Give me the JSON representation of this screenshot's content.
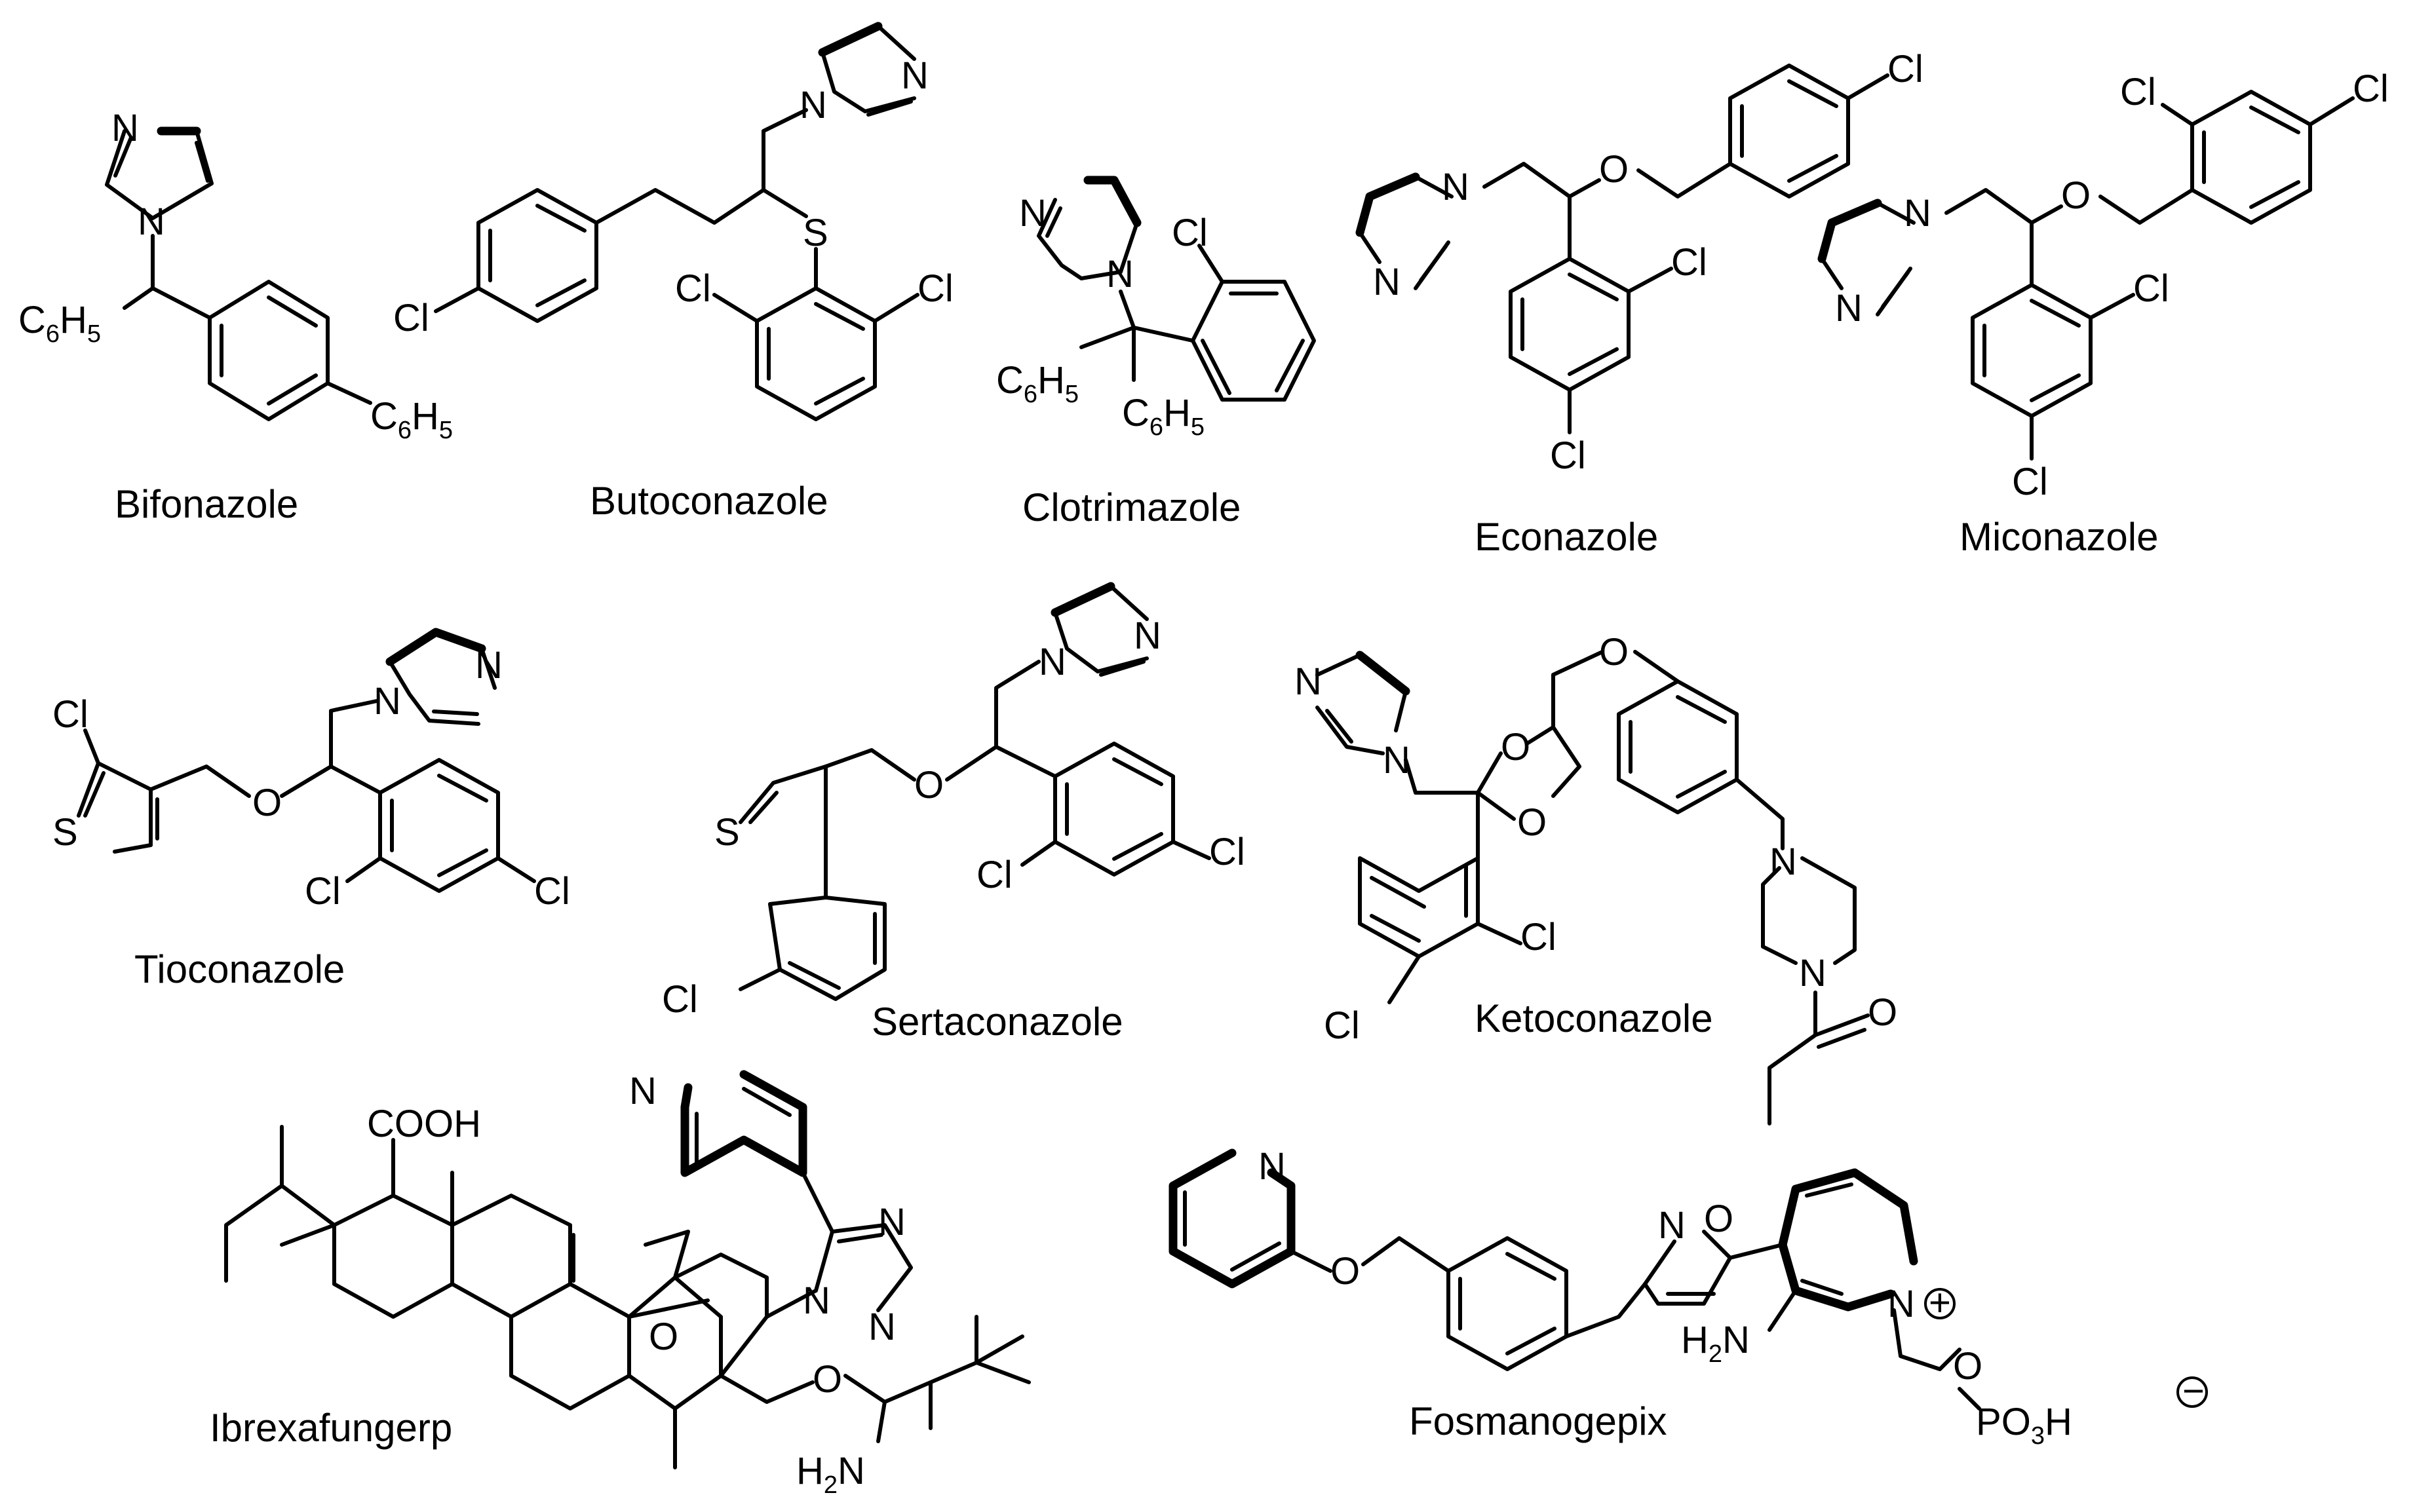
{
  "names": {
    "bifonazole": "Bifonazole",
    "butoconazole": "Butoconazole",
    "clotrimazole": "Clotrimazole",
    "econazole": "Econazole",
    "miconazole": "Miconazole",
    "tioconazole": "Tioconazole",
    "sertaconazole": "Sertaconazole",
    "ketoconazole": "Ketoconazole",
    "ibrexafungerp": "Ibrexafungerp",
    "fosmanogepix": "Fosmanogepix"
  },
  "atoms": {
    "N": "N",
    "O": "O",
    "S": "S",
    "Cl": "Cl",
    "C": "C",
    "H": "H",
    "P": "P",
    "n6": "6",
    "n5": "5",
    "n2": "2",
    "n3": "3",
    "COOH": "COOH",
    "plus": "+",
    "minus": "−"
  },
  "colors": {
    "ink": "#000000",
    "background": "#ffffff"
  }
}
